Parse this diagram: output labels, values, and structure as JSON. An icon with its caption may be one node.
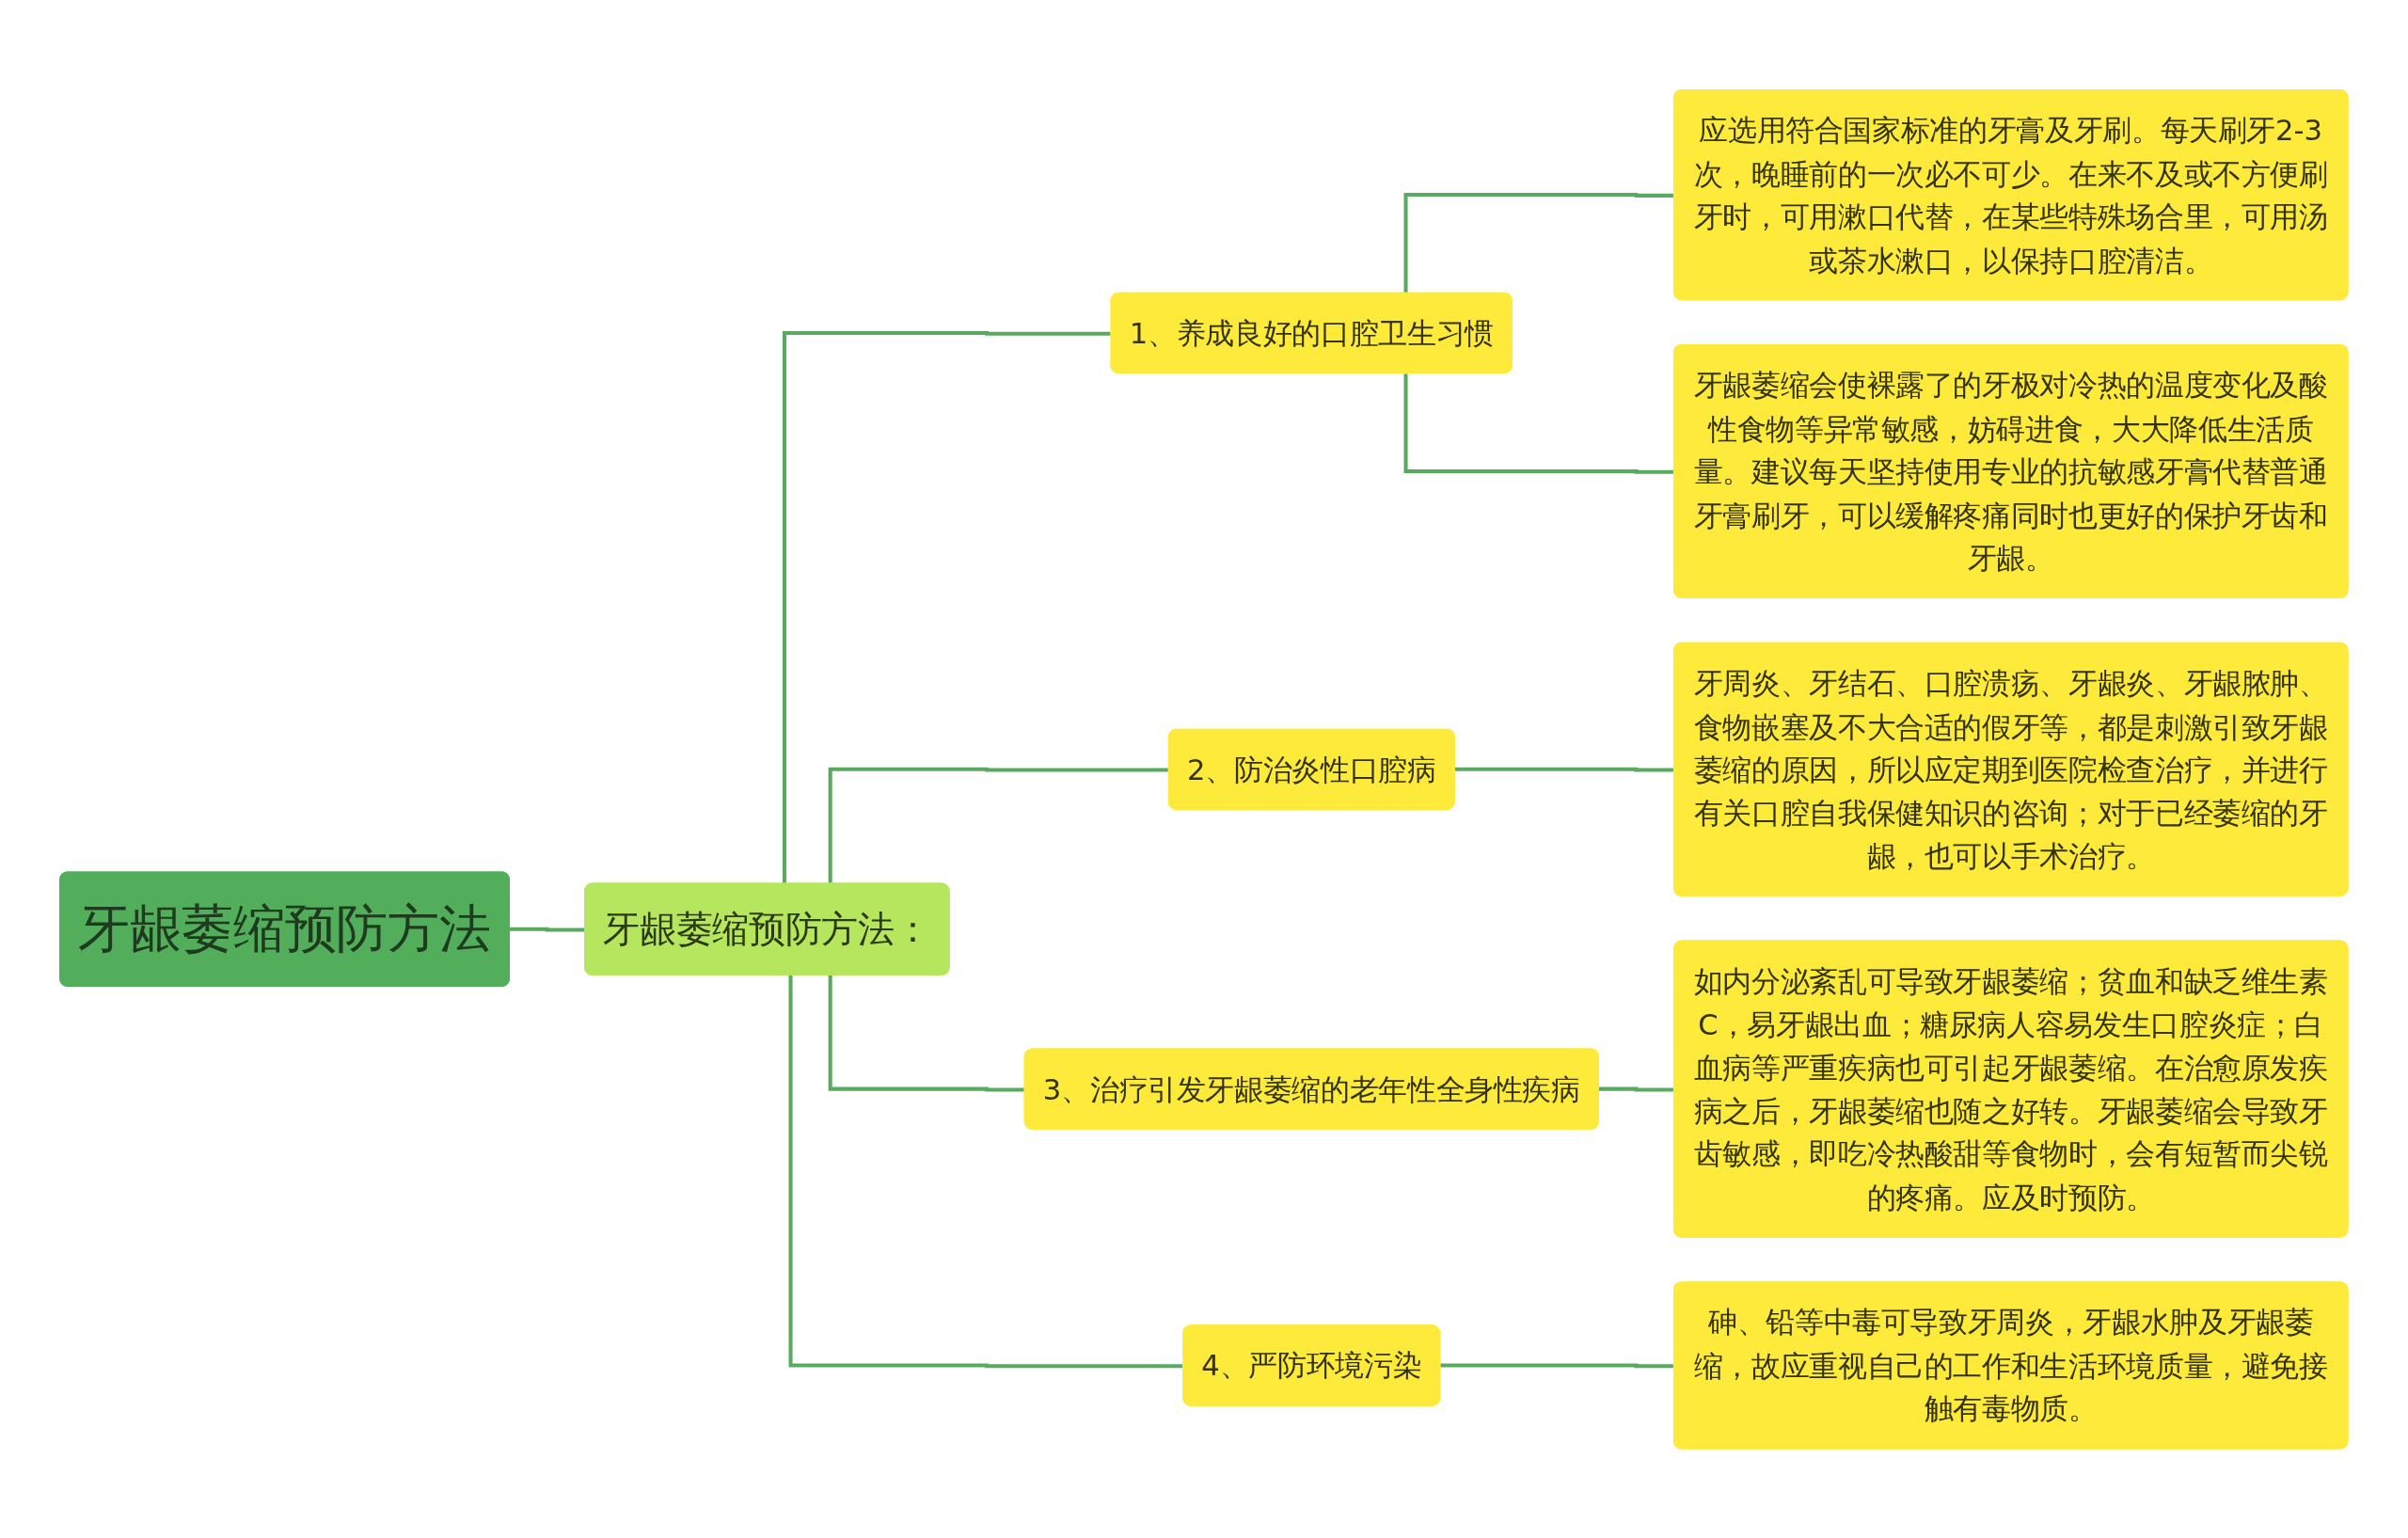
{
  "diagram": {
    "nodes": [
      {
        "text": [
          "牙龈萎缩预防方法"
        ]
      },
      {
        "text": [
          "牙龈萎缩预防方法："
        ]
      },
      {
        "text": [
          "1、养成良好的口腔卫生习惯"
        ]
      },
      {
        "text": [
          "应选用符合国家标准的牙膏及牙刷。每天刷牙2-3次，晚睡前的一次必不可少。在来不及或不方便刷牙时，可用漱口代替，在某些特殊场合里，可用汤或茶水漱口，以保持口腔清洁。"
        ]
      },
      {
        "text": [
          "牙龈萎缩会使裸露了的牙极对冷热的温度变化及酸性食物等异常敏感，妨碍进食，大大降低生活质量。建议每天坚持使用专业的抗敏感牙膏代替普通牙膏刷牙，可以缓解疼痛同时也更好的保护牙齿和牙龈。"
        ]
      },
      {
        "text": [
          "2、防治炎性口腔病"
        ]
      },
      {
        "text": [
          "牙周炎、牙结石、口腔溃疡、牙龈炎、牙龈脓肿、食物嵌塞及不大合适的假牙等，都是刺激引致牙龈萎缩的原因，所以应定期到医院检查治疗，并进行有关口腔自我保健知识的咨询；对于已经萎缩的牙龈，也可以手术治疗。"
        ]
      },
      {
        "text": [
          "3、治疗引发牙龈萎缩的老年性全身性疾病"
        ]
      },
      {
        "text": [
          "如内分泌紊乱可导致牙龈萎缩；贫血和缺乏维生素C，易牙龈出血；糖尿病人容易发生口腔炎症；白血病等严重疾病也可引起牙龈萎缩。在治愈原发疾病之后，牙龈萎缩也随之好转。牙龈萎缩会导致牙齿敏感，即吃冷热酸甜等食物时，会有短暂而尖锐的疼痛。应及时预防。"
        ]
      },
      {
        "text": [
          "4、严防环境污染"
        ]
      },
      {
        "text": [
          "砷、铅等中毒可导致牙周炎，牙龈水肿及牙龈萎缩，故应重视自己的工作和生活环境质量，避免接触有毒物质。"
        ]
      }
    ],
    "edges": [
      {
        "from": 0,
        "to": 1,
        "arrow": "none"
      },
      {
        "from": 1,
        "to": 2,
        "arrow": "none"
      },
      {
        "from": 1,
        "to": 5,
        "arrow": "none"
      },
      {
        "from": 1,
        "to": 7,
        "arrow": "none"
      },
      {
        "from": 1,
        "to": 9,
        "arrow": "none"
      },
      {
        "from": 2,
        "to": 3,
        "arrow": "none"
      },
      {
        "from": 2,
        "to": 4,
        "arrow": "none"
      },
      {
        "from": 5,
        "to": 6,
        "arrow": "none"
      },
      {
        "from": 7,
        "to": 8,
        "arrow": "none"
      },
      {
        "from": 9,
        "to": 10,
        "arrow": "none"
      }
    ]
  }
}
